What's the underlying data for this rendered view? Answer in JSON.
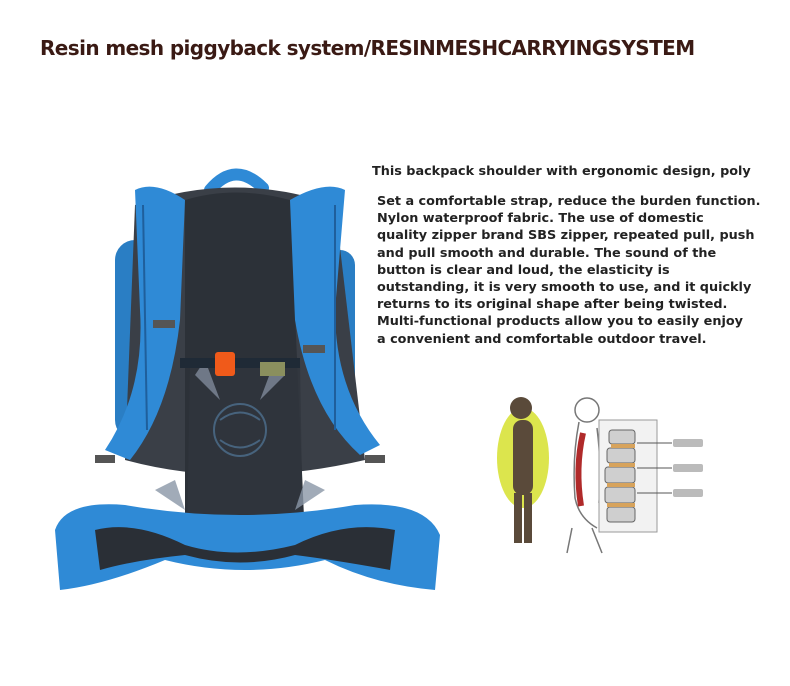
{
  "title": "Resin mesh piggyback system/RESINMESHCARRYINGSYSTEM",
  "lead": "This backpack shoulder with ergonomic design, poly",
  "description_lines": [
    "Set a comfortable strap, reduce the burden function.",
    "Nylon waterproof fabric. The use of domestic",
    "quality zipper brand SBS zipper, repeated pull, push",
    "and pull smooth and durable. The sound of the",
    "button is clear and loud, the elasticity is",
    "outstanding, it is very smooth to use, and it quickly",
    "returns to its original shape after being twisted.",
    "Multi-functional products allow you to easily enjoy",
    "a convenient and comfortable outdoor travel."
  ],
  "colors": {
    "title": "#3a1a14",
    "strap_blue": "#2f8ad6",
    "mesh_dark": "#3b4048",
    "buckle_orange": "#f05a1a",
    "spine_yellow": "#d8e23a"
  },
  "icons": [
    "backpack-illustration",
    "spine-diagram"
  ]
}
